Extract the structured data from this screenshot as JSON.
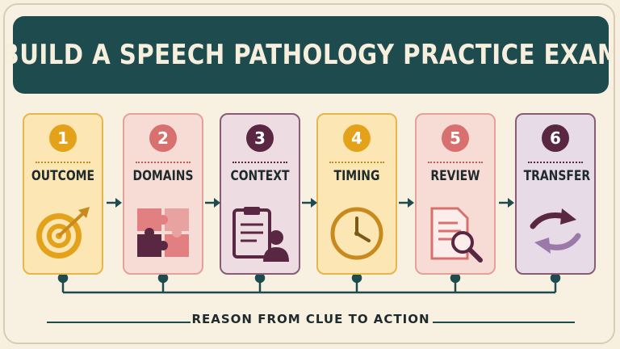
{
  "title": "BUILD A SPEECH PATHOLOGY PRACTICE EXAM",
  "steps": [
    {
      "number": "1",
      "label": "OUTCOME",
      "icon": "target-icon",
      "color": "#e3a21a",
      "bg": "#fbe6b4",
      "border": "#e7b64b"
    },
    {
      "number": "2",
      "label": "DOMAINS",
      "icon": "puzzle-icon",
      "color": "#d8706f",
      "bg": "#f7dcd6",
      "border": "#e4a09a"
    },
    {
      "number": "3",
      "label": "CONTEXT",
      "icon": "clipboard-person-icon",
      "color": "#5a2742",
      "bg": "#eddde3",
      "border": "#8a5b74"
    },
    {
      "number": "4",
      "label": "TIMING",
      "icon": "clock-icon",
      "color": "#e3a21a",
      "bg": "#fbe6b4",
      "border": "#e7b64b"
    },
    {
      "number": "5",
      "label": "REVIEW",
      "icon": "document-search-icon",
      "color": "#d8706f",
      "bg": "#f7dcd6",
      "border": "#e4a09a"
    },
    {
      "number": "6",
      "label": "TRANSFER",
      "icon": "cycle-arrows-icon",
      "color": "#5a2742",
      "bg": "#e6dbe6",
      "border": "#8a5b74"
    }
  ],
  "footer": "REASON FROM CLUE TO ACTION",
  "colors": {
    "banner": "#1e4b4e",
    "connector": "#1e4b4e",
    "background": "#f7f0e1"
  }
}
